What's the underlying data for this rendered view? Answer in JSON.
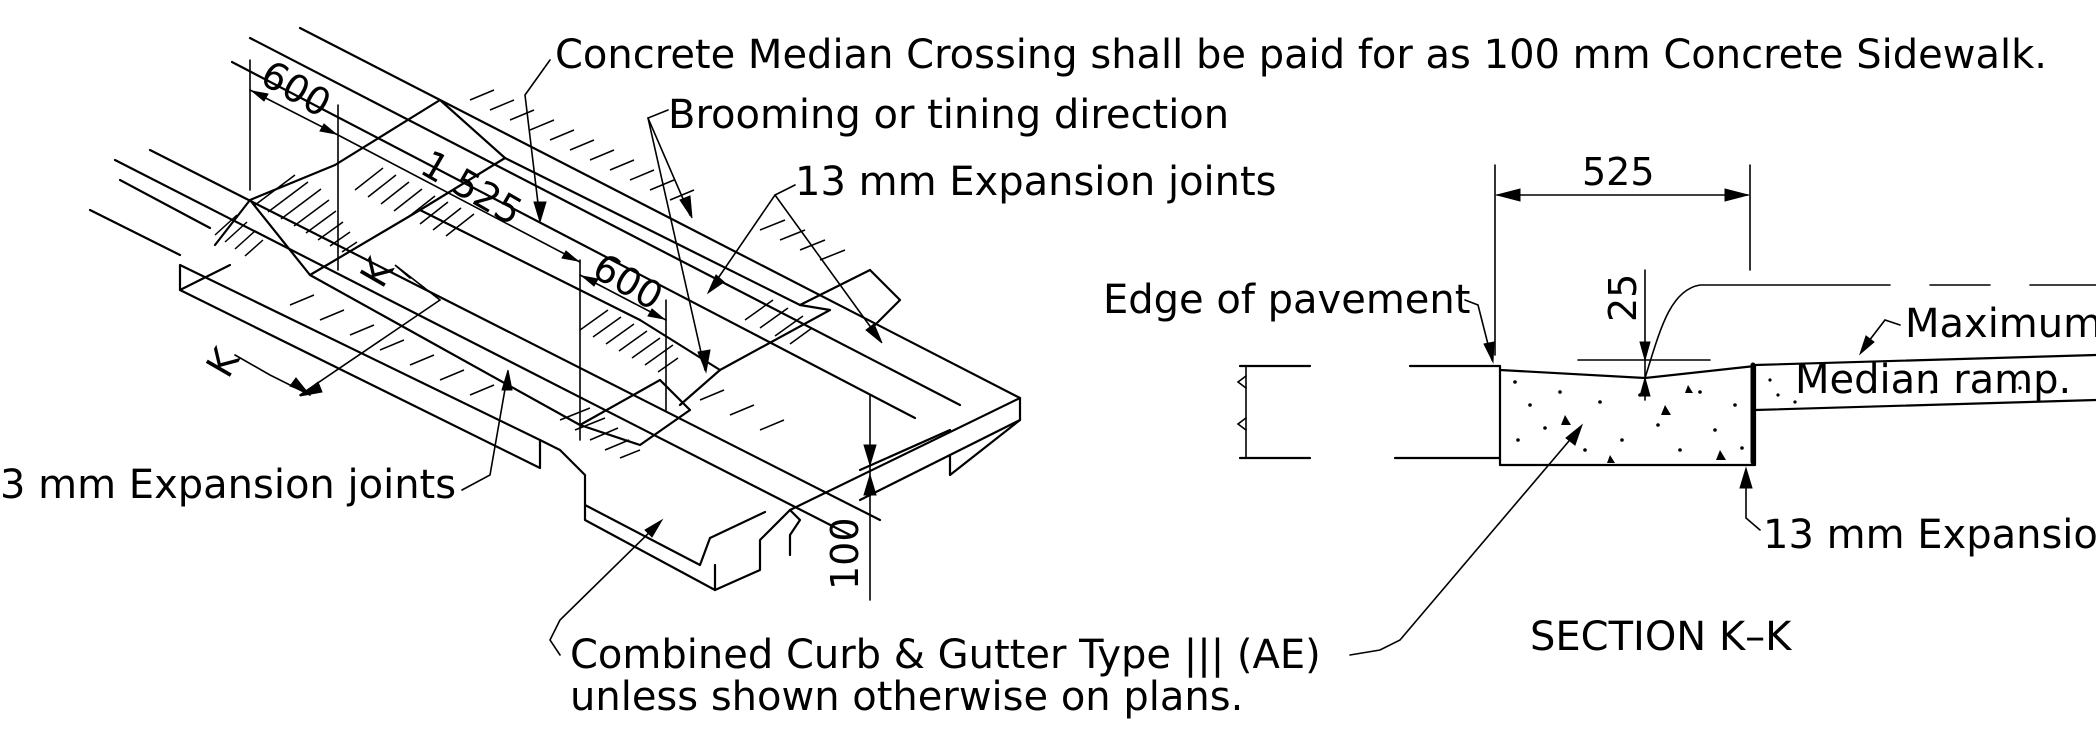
{
  "labels": {
    "median_crossing_note": "Concrete Median Crossing shall be paid for as 100 mm Concrete Sidewalk.",
    "brooming": "Brooming or tining direction",
    "expansion_joints_top": "13 mm Expansion joints",
    "expansion_joints_left": "3 mm Expansion joints",
    "curb_gutter_line1": "Combined Curb & Gutter Type ||| (AE)",
    "curb_gutter_line2": "unless shown otherwise on plans.",
    "edge_of_pavement": "Edge of pavement",
    "maximum_slope": "Maximum slop",
    "median_ramp": "Median ramp.",
    "expansion_joint_section": "13 mm Expansio",
    "section_title": "SECTION K–K"
  },
  "dimensions": {
    "d600_top": "600",
    "d1525": "1 525",
    "d600_mid": "600",
    "d100": "100",
    "d525": "525",
    "d25": "25"
  },
  "section_marks": {
    "k_upper": "K",
    "k_lower": "K"
  }
}
